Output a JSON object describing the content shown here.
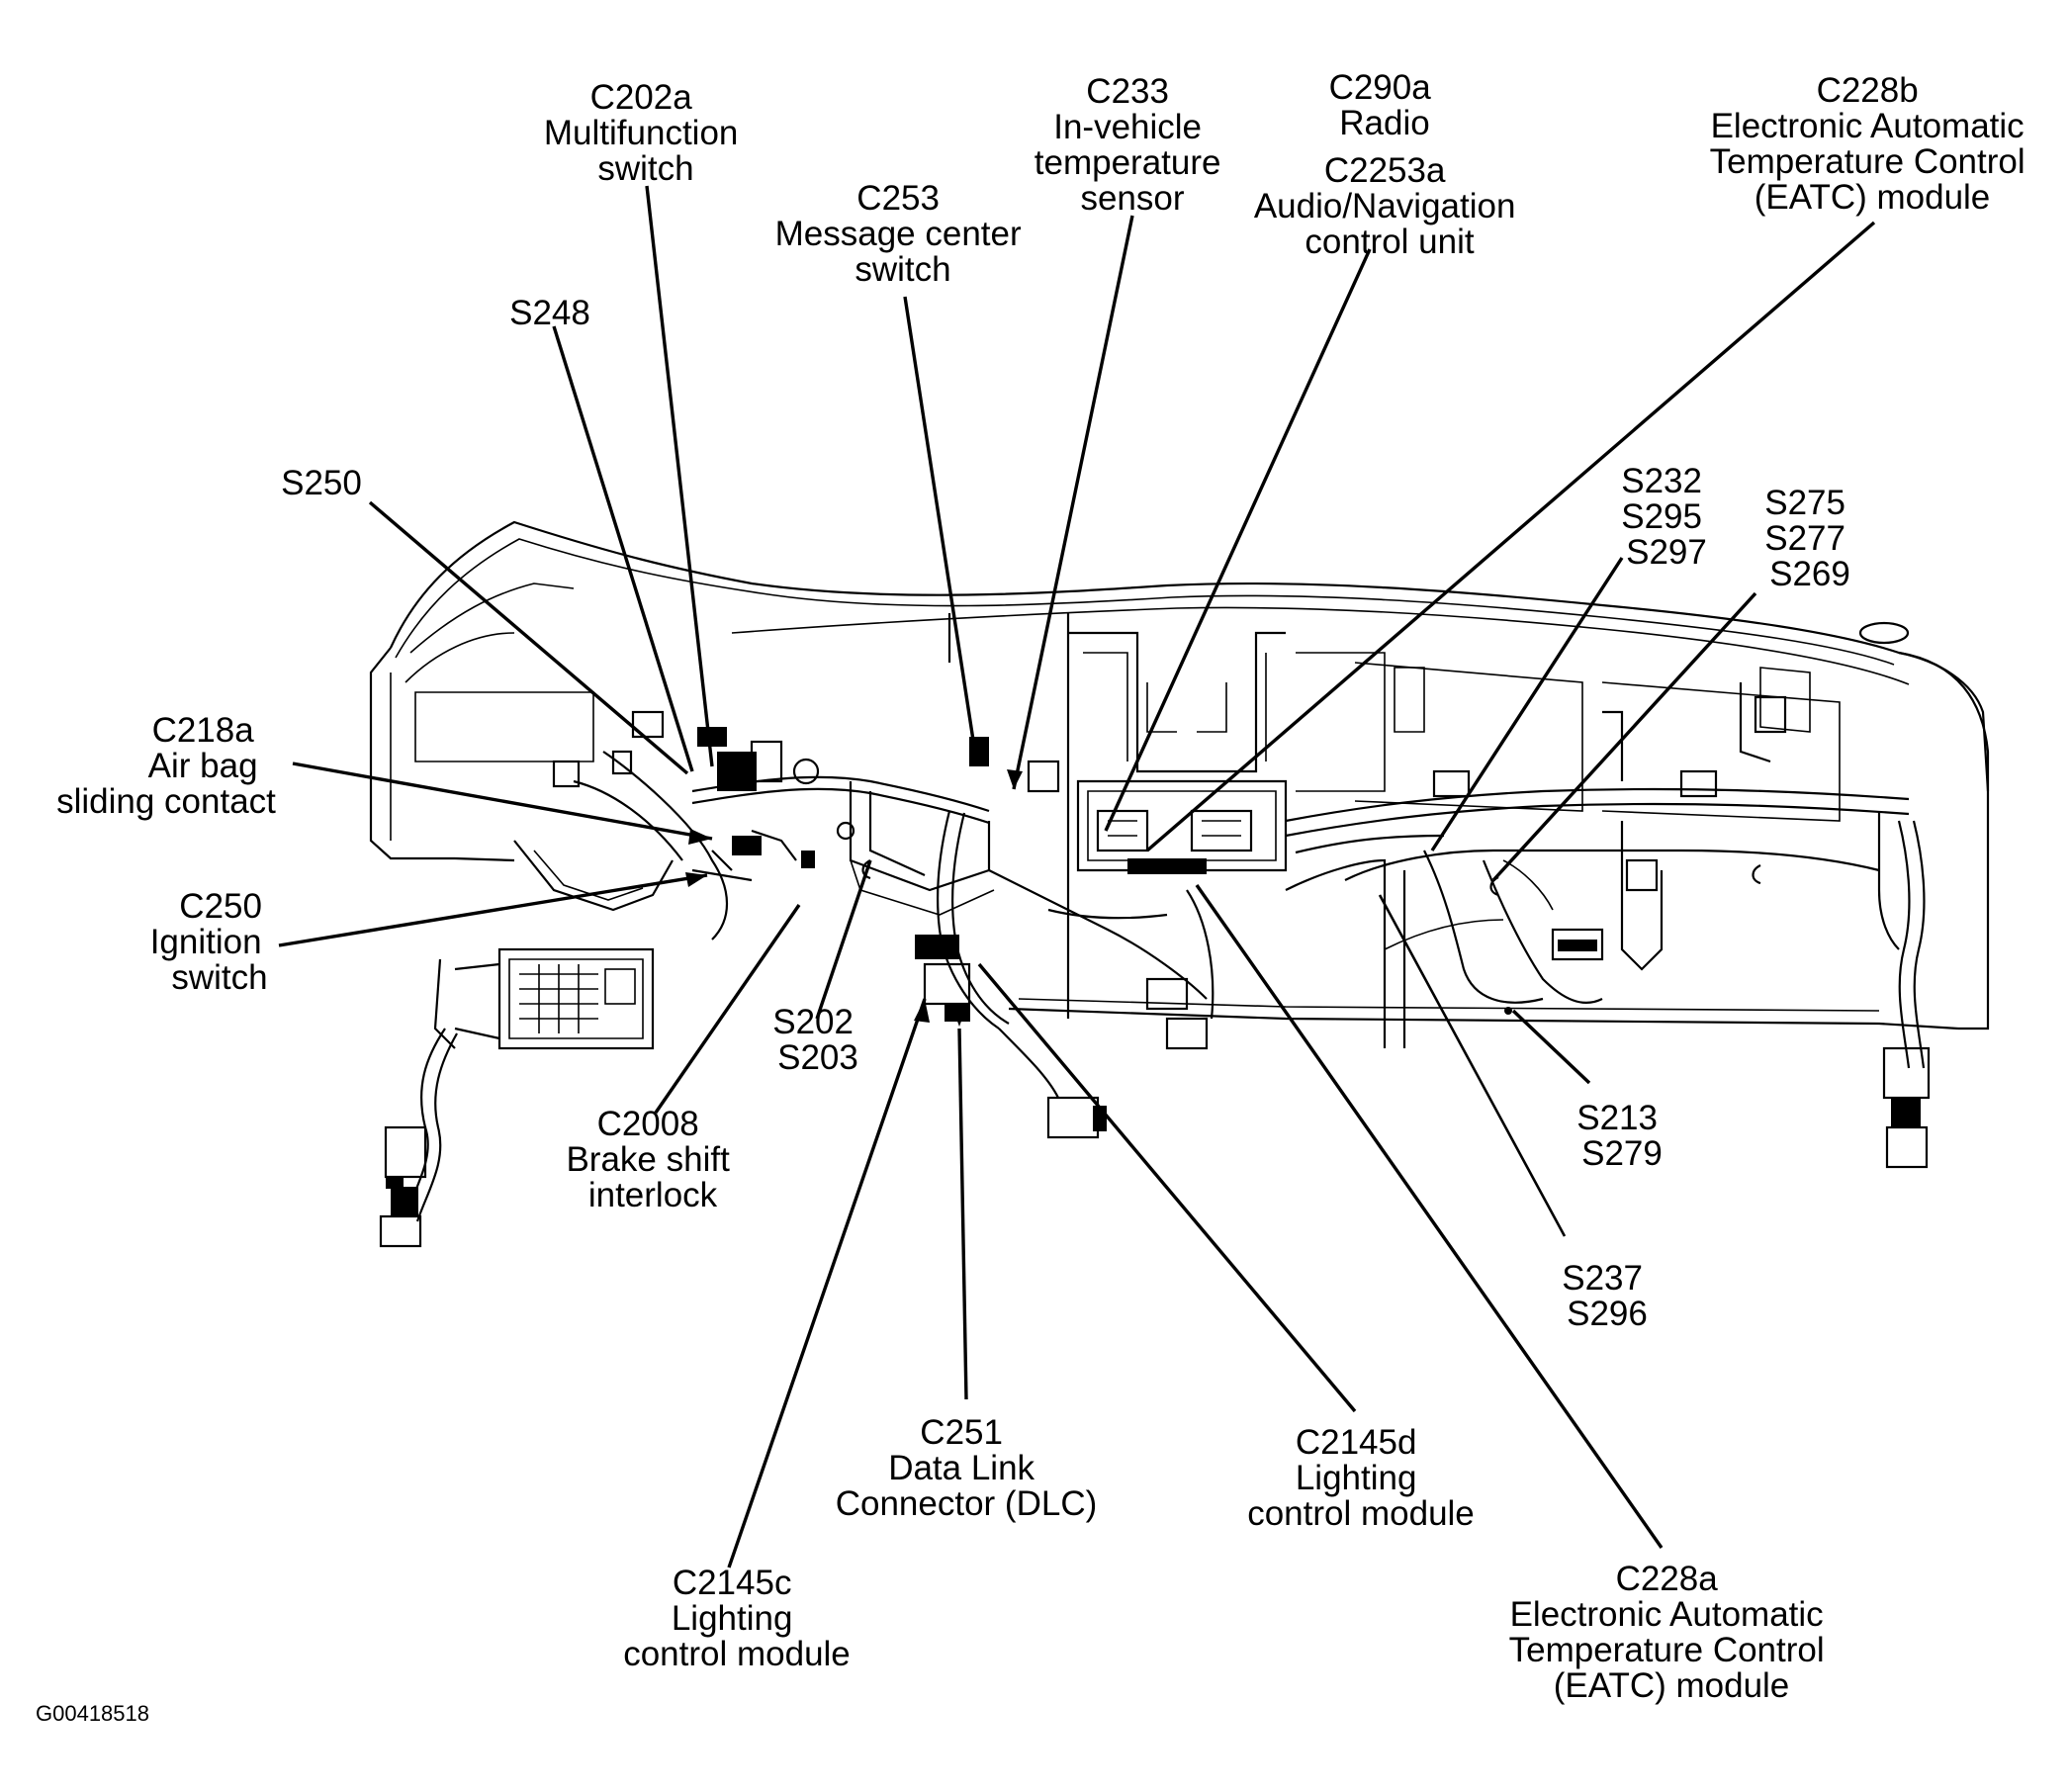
{
  "diagram": {
    "figure_id": "G00418518",
    "callouts": [
      {
        "id": "c202a",
        "lines": [
          "C202a",
          "Multifunction",
          "switch"
        ]
      },
      {
        "id": "c233",
        "lines": [
          "C233",
          "In-vehicle",
          "temperature",
          "sensor"
        ]
      },
      {
        "id": "c290a",
        "lines": [
          "C290a",
          "Radio"
        ]
      },
      {
        "id": "c2253a",
        "lines": [
          "C2253a",
          "Audio/Navigation",
          "control unit"
        ]
      },
      {
        "id": "c228b",
        "lines": [
          "C228b",
          "Electronic Automatic",
          "Temperature Control",
          "(EATC) module"
        ]
      },
      {
        "id": "c253",
        "lines": [
          "C253",
          "Message center",
          "switch"
        ]
      },
      {
        "id": "s248",
        "lines": [
          "S248"
        ]
      },
      {
        "id": "s250",
        "lines": [
          "S250"
        ]
      },
      {
        "id": "s232",
        "lines": [
          "S232",
          "S295",
          "S297"
        ]
      },
      {
        "id": "s275",
        "lines": [
          "S275",
          "S277",
          "S269"
        ]
      },
      {
        "id": "c218a",
        "lines": [
          "C218a",
          "Air bag",
          "sliding contact"
        ]
      },
      {
        "id": "c250",
        "lines": [
          "C250",
          "Ignition",
          "switch"
        ]
      },
      {
        "id": "s202",
        "lines": [
          "S202",
          "S203"
        ]
      },
      {
        "id": "c2008",
        "lines": [
          "C2008",
          "Brake shift",
          "interlock"
        ]
      },
      {
        "id": "s213",
        "lines": [
          "S213",
          "S279"
        ]
      },
      {
        "id": "s237",
        "lines": [
          "S237",
          "S296"
        ]
      },
      {
        "id": "c251",
        "lines": [
          "C251",
          "Data Link",
          "Connector (DLC)"
        ]
      },
      {
        "id": "c2145d",
        "lines": [
          "C2145d",
          "Lighting",
          "control module"
        ]
      },
      {
        "id": "c2145c",
        "lines": [
          "C2145c",
          "Lighting",
          "control module"
        ]
      },
      {
        "id": "c228a",
        "lines": [
          "C228a",
          "Electronic Automatic",
          "Temperature Control",
          "(EATC) module"
        ]
      }
    ]
  }
}
